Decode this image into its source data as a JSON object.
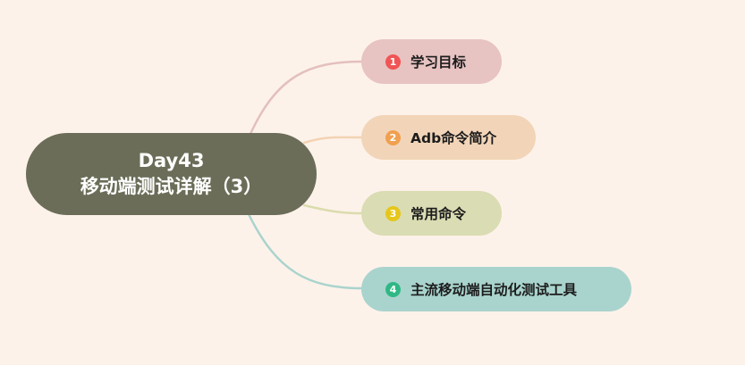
{
  "root": {
    "line1": "Day43",
    "line2": "移动端测试详解（3）"
  },
  "branches": [
    {
      "number": "1",
      "label": "学习目标",
      "badge_color": "#f05454",
      "line_color": "#e3c0bd"
    },
    {
      "number": "2",
      "label": "Adb命令简介",
      "badge_color": "#f0a050",
      "line_color": "#f2d3b3"
    },
    {
      "number": "3",
      "label": "常用命令",
      "badge_color": "#e6c619",
      "line_color": "#dadcac"
    },
    {
      "number": "4",
      "label": "主流移动端自动化测试工具",
      "badge_color": "#2fb886",
      "line_color": "#a9d4cd"
    }
  ],
  "colors": {
    "background": "#fdf2ea",
    "root_fill": "#6b6d58"
  }
}
